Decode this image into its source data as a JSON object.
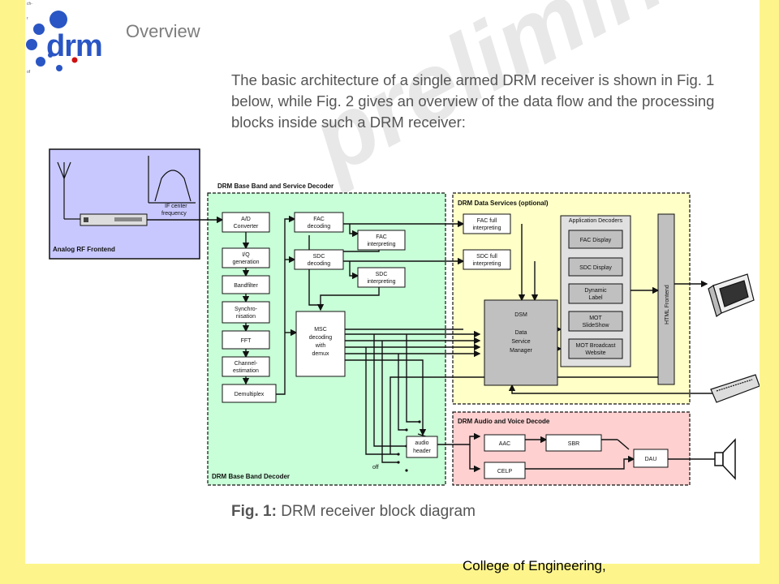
{
  "header": {
    "logo": "drm",
    "logo_side_text": [
      "ch-",
      "r",
      "of"
    ],
    "title": "Overview"
  },
  "watermark": "prelimin",
  "intro_text": "The basic architecture of a single armed DRM receiver is shown in Fig. 1 below, while Fig. 2 gives an overview of the data flow and the processing blocks inside such a DRM receiver:",
  "figure": {
    "caption_prefix": "Fig. 1:",
    "caption_text": "DRM receiver block diagram",
    "colors": {
      "analog_bg": "#c8c8ff",
      "baseband_bg": "#c8ffd8",
      "data_bg": "#ffffc8",
      "audio_bg": "#ffd0d0",
      "block_gray": "#c0c0c0"
    },
    "regions": {
      "analog": "Analog RF Frontend",
      "baseband_service": "DRM Base Band and Service Decoder",
      "baseband": "DRM Base Band Decoder",
      "data_services": "DRM Data Services (optional)",
      "audio": "DRM Audio and Voice Decode"
    },
    "if_center": [
      "IF center",
      "frequency"
    ],
    "blocks": {
      "ad": [
        "A/D",
        "Converter"
      ],
      "iq": [
        "I/Q",
        "generation"
      ],
      "bandfilter": [
        "Bandfilter"
      ],
      "sync": [
        "Synchro-",
        "nisation"
      ],
      "fft": [
        "FFT"
      ],
      "channel": [
        "Channel-",
        "estimation"
      ],
      "demux": [
        "Demultiplex"
      ],
      "fac_dec": [
        "FAC",
        "decoding"
      ],
      "sdc_dec": [
        "SDC",
        "decoding"
      ],
      "fac_int": [
        "FAC",
        "interpreting"
      ],
      "sdc_int": [
        "SDC",
        "interpreting"
      ],
      "msc": [
        "MSC",
        "decoding",
        "with",
        "demux"
      ],
      "audio_header": [
        "audio",
        "header"
      ],
      "fac_full": [
        "FAC full",
        "interpreting"
      ],
      "sdc_full": [
        "SDC full",
        "interpreting"
      ],
      "app_decoders": [
        "Application Decoders"
      ],
      "fac_display": [
        "FAC Display"
      ],
      "sdc_display": [
        "SDC Display"
      ],
      "dyn_label": [
        "Dynamic",
        "Label"
      ],
      "mot_slide": [
        "MOT",
        "SlideShow"
      ],
      "mot_web": [
        "MOT Broadcast",
        "Website"
      ],
      "dsm": [
        "DSM",
        "",
        "Data",
        "Service",
        "Manager"
      ],
      "html_frontend": "HTML Frontend",
      "aac": [
        "AAC"
      ],
      "sbr": [
        "SBR"
      ],
      "celp": [
        "CELP"
      ],
      "dau": [
        "DAU"
      ]
    },
    "switch_label": "off"
  },
  "footer": "College of Engineering,"
}
